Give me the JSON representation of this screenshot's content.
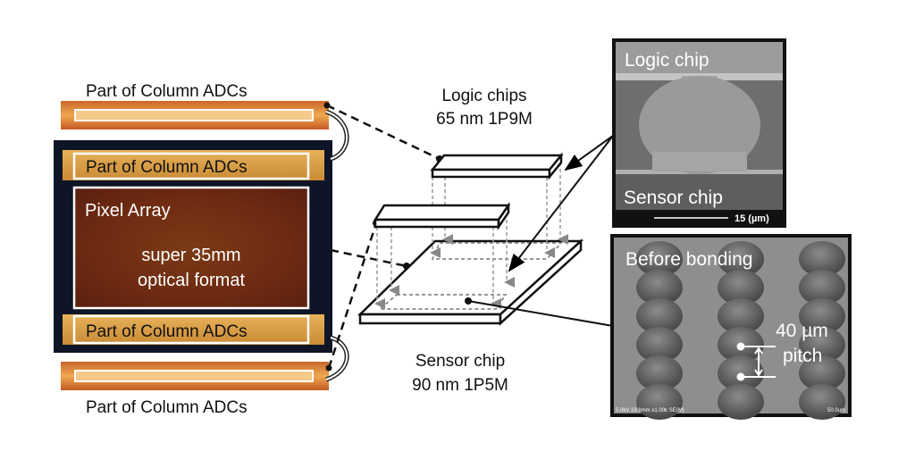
{
  "left_die": {
    "top_strip_label": "Part of Column ADCs",
    "inner_top_label": "Part of Column ADCs",
    "pixel_array_label": "Pixel Array",
    "format_line1": "super 35mm",
    "format_line2": "optical format",
    "inner_bottom_label": "Part of Column ADCs",
    "bottom_strip_label": "Part of Column ADCs"
  },
  "stack": {
    "logic_title": "Logic chips",
    "logic_process": "65 nm 1P9M",
    "sensor_title": "Sensor chip",
    "sensor_process": "90 nm 1P5M"
  },
  "sem_cross_section": {
    "top_label": "Logic chip",
    "bottom_label": "Sensor chip",
    "scale_bar": "15 (µm)"
  },
  "sem_bumps": {
    "title": "Before bonding",
    "pitch_value": "40 µm",
    "pitch_word": "pitch",
    "footer_left": "5.0kV 19.8mm x1.00k SE(M)",
    "footer_right": "50.0um"
  },
  "colors": {
    "die_orange": "#d9892f",
    "pixel_red": "#7a2a12",
    "sem_gray": "#8a8a8a"
  }
}
